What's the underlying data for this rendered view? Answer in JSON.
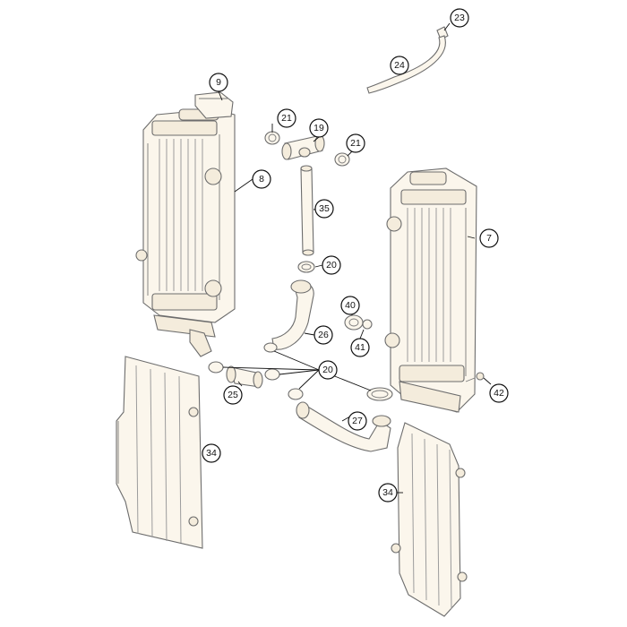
{
  "diagram": {
    "type": "exploded-parts-diagram",
    "parts": [
      {
        "id": "radiator-right",
        "label": "7"
      },
      {
        "id": "radiator-left",
        "label": "8"
      },
      {
        "id": "radiator-cap",
        "label": "9"
      },
      {
        "id": "connector",
        "label": "19"
      },
      {
        "id": "hose-clamp-top-left",
        "label": "21"
      },
      {
        "id": "hose-clamp-top-right",
        "label": "21"
      },
      {
        "id": "hose-clamp-middle",
        "label": "20"
      },
      {
        "id": "hose-clamp-group",
        "label": "20"
      },
      {
        "id": "vent-fitting",
        "label": "23"
      },
      {
        "id": "vent-hose",
        "label": "24"
      },
      {
        "id": "connecting-piece",
        "label": "25"
      },
      {
        "id": "radiator-hose-upper",
        "label": "26"
      },
      {
        "id": "radiator-hose-lower",
        "label": "27"
      },
      {
        "id": "radiator-guard-left",
        "label": "34"
      },
      {
        "id": "radiator-guard-right",
        "label": "34"
      },
      {
        "id": "pipe",
        "label": "35"
      },
      {
        "id": "rubber-grommet",
        "label": "40"
      },
      {
        "id": "bushing",
        "label": "41"
      },
      {
        "id": "screw",
        "label": "42"
      }
    ]
  }
}
